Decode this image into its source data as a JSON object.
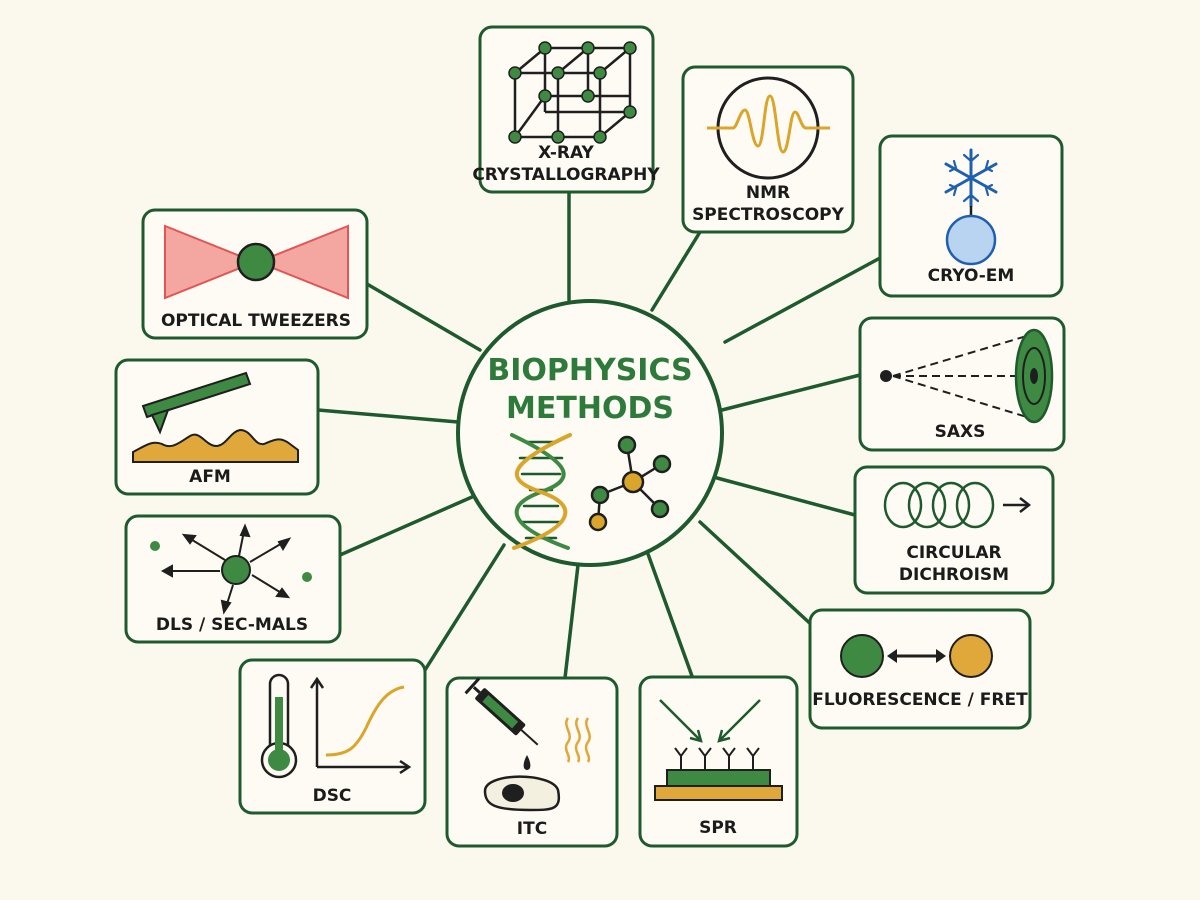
{
  "center": {
    "title_line1": "BIOPHYSICS",
    "title_line2": "METHODS"
  },
  "colors": {
    "dark_green": "#1f5a2e",
    "green": "#3e8a42",
    "gold": "#d9a52a",
    "blue": "#1f5fb0",
    "red": "#e25555",
    "pink": "#f3a7a0"
  },
  "methods": {
    "xray": {
      "label_line1": "X-RAY",
      "label_line2": "CRYSTALLOGRAPHY",
      "icon": "crystal-lattice-icon"
    },
    "nmr": {
      "label_line1": "NMR",
      "label_line2": "SPECTROSCOPY",
      "icon": "nmr-signal-icon"
    },
    "cryoem": {
      "label": "CRYO-EM",
      "icon": "snowflake-icon"
    },
    "saxs": {
      "label": "SAXS",
      "icon": "scattering-cone-icon"
    },
    "cd": {
      "label_line1": "CIRCULAR",
      "label_line2": "DICHROISM",
      "icon": "helix-arrow-icon"
    },
    "fret": {
      "label": "FLUORESCENCE / FRET",
      "icon": "donor-acceptor-icon"
    },
    "spr": {
      "label": "SPR",
      "icon": "sensor-surface-icon"
    },
    "itc": {
      "label": "ITC",
      "icon": "syringe-cell-icon"
    },
    "dsc": {
      "label": "DSC",
      "icon": "thermometer-curve-icon"
    },
    "dls": {
      "label": "DLS / SEC-MALS",
      "icon": "diffusing-particle-icon"
    },
    "afm": {
      "label": "AFM",
      "icon": "cantilever-icon"
    },
    "tweezers": {
      "label": "OPTICAL TWEEZERS",
      "icon": "laser-trap-icon"
    }
  }
}
